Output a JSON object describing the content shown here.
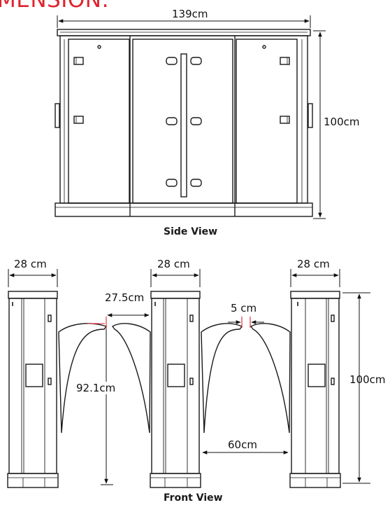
{
  "header": {
    "title": "MENSION:"
  },
  "side_view": {
    "caption": "Side View",
    "width_label": "139cm",
    "height_label": "100cm"
  },
  "front_view": {
    "caption": "Front View",
    "post_width_labels": [
      "28 cm",
      "28 cm",
      "28 cm"
    ],
    "lane_width_label": "27.5cm",
    "flap_gap_label": "5 cm",
    "flap_height_label": "92.1cm",
    "passage_width_label": "60cm",
    "height_label": "100cm"
  },
  "colors": {
    "header": "#e0232d",
    "line": "#1a1a1a"
  }
}
